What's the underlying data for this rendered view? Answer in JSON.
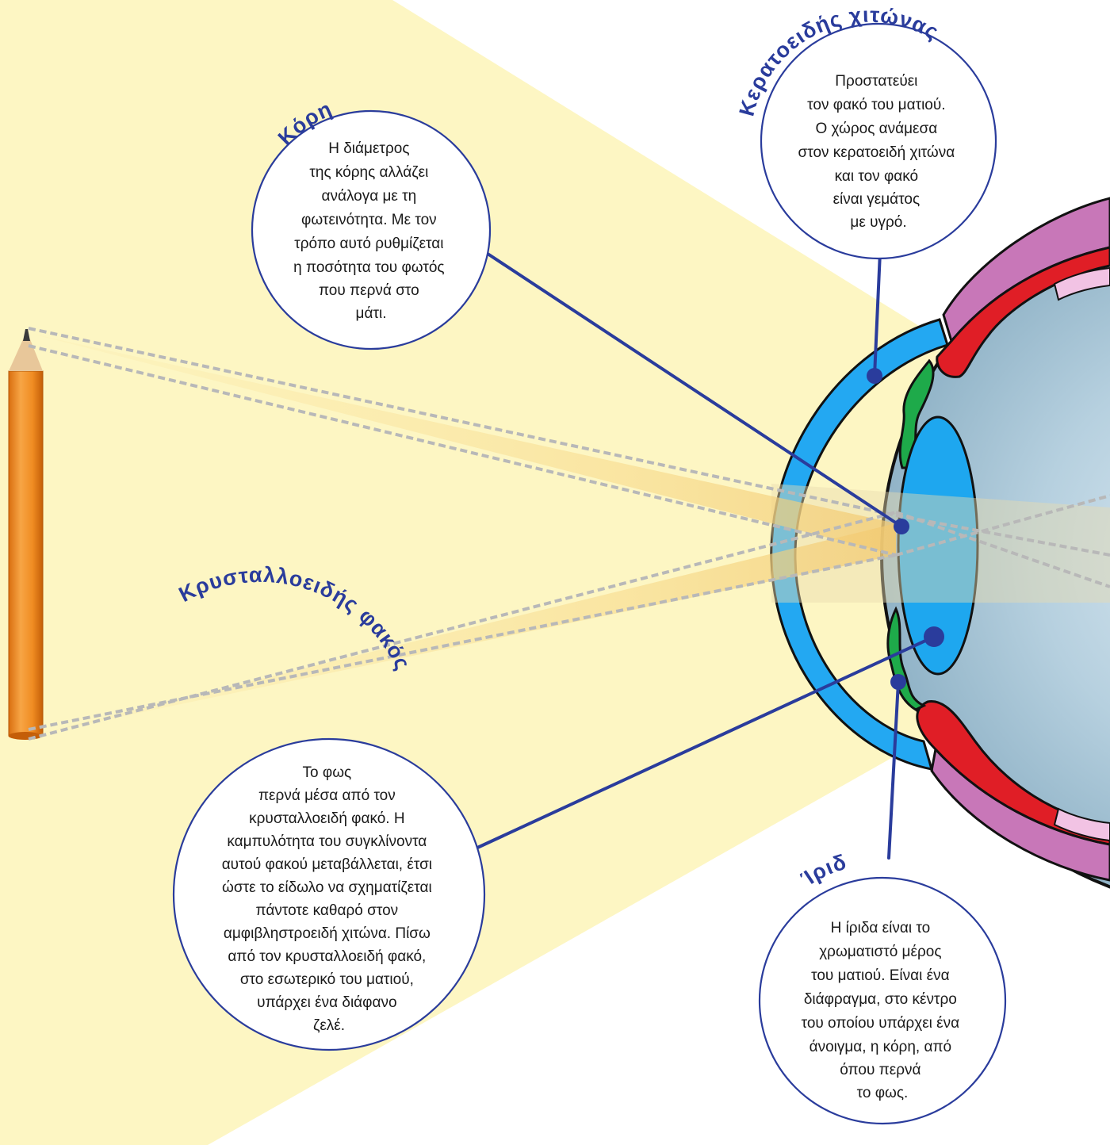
{
  "callouts": {
    "cornea": {
      "title": "Κερατοειδής χιτώνας",
      "lines": [
        "Προστατεύει",
        "τον φακό του ματιού.",
        "Ο χώρος ανάμεσα",
        "στον κερατοειδή χιτώνα",
        "και τον φακό",
        "είναι γεμάτος",
        "με υγρό."
      ]
    },
    "pupil": {
      "title": "Κόρη",
      "lines": [
        "Η διάμετρος",
        "της κόρης αλλάζει",
        "ανάλογα με τη",
        "φωτεινότητα. Με τον",
        "τρόπο αυτό ρυθμίζεται",
        "η ποσότητα του φωτός",
        "που περνά στο",
        "μάτι."
      ]
    },
    "lens": {
      "title": "Κρυσταλλοειδής φακός",
      "lines": [
        "Το φως",
        "περνά μέσα από τον",
        "κρυσταλλοειδή φακό. Η",
        "καμπυλότητα του συγκλίνοντα",
        "αυτού φακού μεταβάλλεται, έτσι",
        "ώστε το είδωλο να σχηματίζεται",
        "πάντοτε καθαρό στον",
        "αμφιβληστροειδή χιτώνα. Πίσω",
        "από τον κρυσταλλοειδή φακό,",
        "στο εσωτερικό του ματιού,",
        "υπάρχει ένα διάφανο",
        "ζελέ."
      ]
    },
    "iris": {
      "title": "Ίριδα",
      "lines": [
        "Η ίριδα είναι το",
        "χρωματιστό μέρος",
        "του ματιού. Είναι ένα",
        "διάφραγμα, στο κέντρο",
        "του οποίου υπάρχει ένα",
        "άνοιγμα, η κόρη, από",
        "όπου περνά",
        "το φως."
      ]
    }
  },
  "colors": {
    "background_beam": "#fdf6c3",
    "accent_blue": "#2a3c9c",
    "cornea": "#23a8f2",
    "sclera": "#c877b8",
    "choroid": "#e01e26",
    "iris": "#1eaa4a",
    "lens": "#1ea7ef",
    "vitreous": "#b9d3e2",
    "pencil": "#f0932a"
  },
  "icons": [
    "pencil-icon",
    "eye-cross-section"
  ]
}
